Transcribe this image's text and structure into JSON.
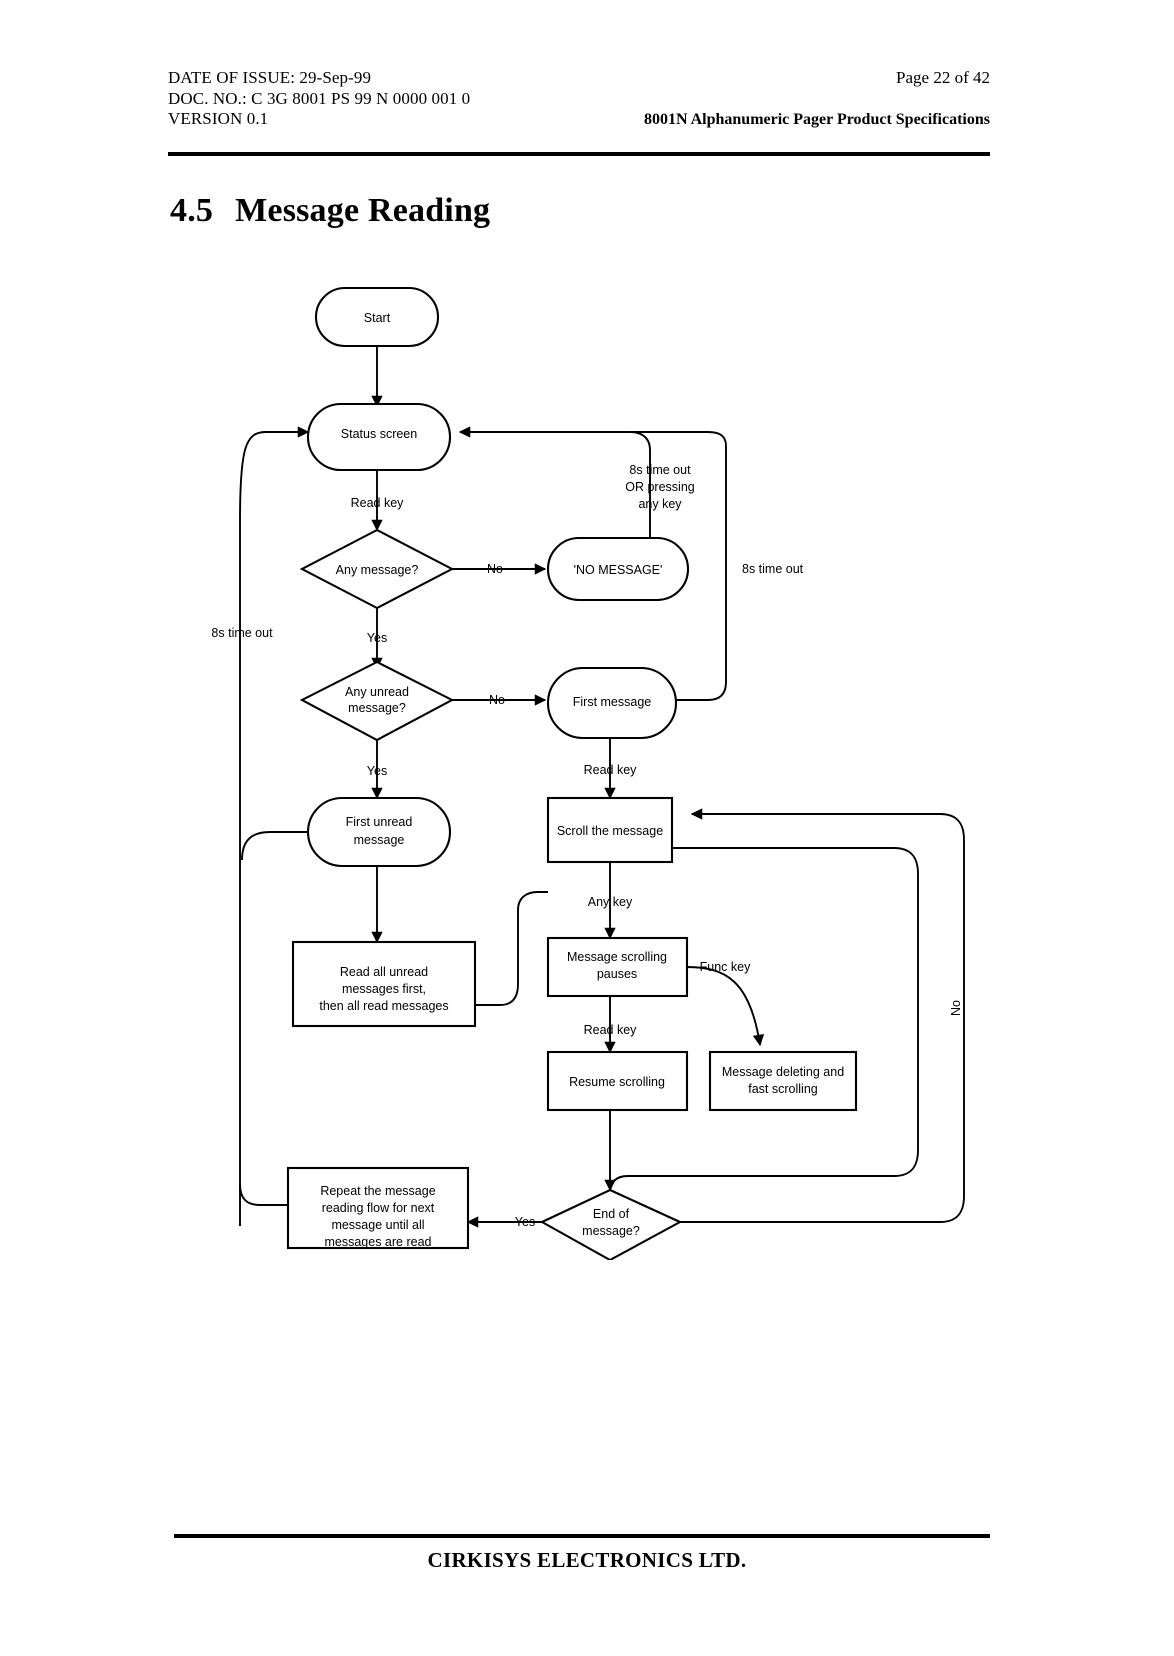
{
  "header": {
    "date_line": "DATE OF ISSUE: 29-Sep-99",
    "doc_line": "DOC. NO.: C 3G 8001 PS 99 N 0000 001 0",
    "version_line": "VERSION 0.1",
    "page_label": "Page 22 of 42",
    "doc_title": "8001N Alphanumeric Pager Product Specifications"
  },
  "section": {
    "number": "4.5",
    "title": "Message Reading"
  },
  "footer": {
    "company": "CIRKISYS ELECTRONICS LTD."
  },
  "chart_data": {
    "type": "diagram",
    "title": "Message Reading flowchart",
    "nodes": [
      {
        "id": "start",
        "shape": "terminator",
        "label": "Start"
      },
      {
        "id": "status",
        "shape": "terminator",
        "label": "Status screen"
      },
      {
        "id": "any_message",
        "shape": "decision",
        "label": "Any message?"
      },
      {
        "id": "no_message",
        "shape": "terminator",
        "label": "'NO MESSAGE'"
      },
      {
        "id": "any_unread",
        "shape": "decision",
        "label_line1": "Any unread",
        "label_line2": "message?"
      },
      {
        "id": "first_message",
        "shape": "terminator",
        "label": "First message"
      },
      {
        "id": "first_unread",
        "shape": "terminator",
        "label_line1": "First unread",
        "label_line2": "message"
      },
      {
        "id": "read_all",
        "shape": "process",
        "label_line1": "Read all unread",
        "label_line2": "messages first,",
        "label_line3": "then all read messages"
      },
      {
        "id": "scroll",
        "shape": "process",
        "label": "Scroll the message"
      },
      {
        "id": "pauses",
        "shape": "process",
        "label_line1": "Message scrolling",
        "label_line2": "pauses"
      },
      {
        "id": "resume",
        "shape": "process",
        "label": "Resume scrolling"
      },
      {
        "id": "delete_fast",
        "shape": "process",
        "label_line1": "Message deleting and",
        "label_line2": "fast scrolling"
      },
      {
        "id": "end_of_message",
        "shape": "decision",
        "label_line1": "End of",
        "label_line2": "message?"
      },
      {
        "id": "repeat",
        "shape": "process",
        "label_line1": "Repeat the message",
        "label_line2": "reading flow for next",
        "label_line3": "message until all",
        "label_line4": "messages are read"
      }
    ],
    "edge_labels": {
      "read_key_1": "Read key",
      "read_key_2": "Read key",
      "read_key_3": "Read key",
      "no_1": "No",
      "no_2": "No",
      "no_3": "No",
      "yes_1": "Yes",
      "yes_2": "Yes",
      "yes_3": "Yes",
      "timeout_left": "8s time out",
      "timeout_right": "8s time out",
      "timeout_multi_line1": "8s time out",
      "timeout_multi_line2": "OR pressing",
      "timeout_multi_line3": "any key",
      "any_key": "Any key",
      "func_key": "Func key"
    }
  }
}
